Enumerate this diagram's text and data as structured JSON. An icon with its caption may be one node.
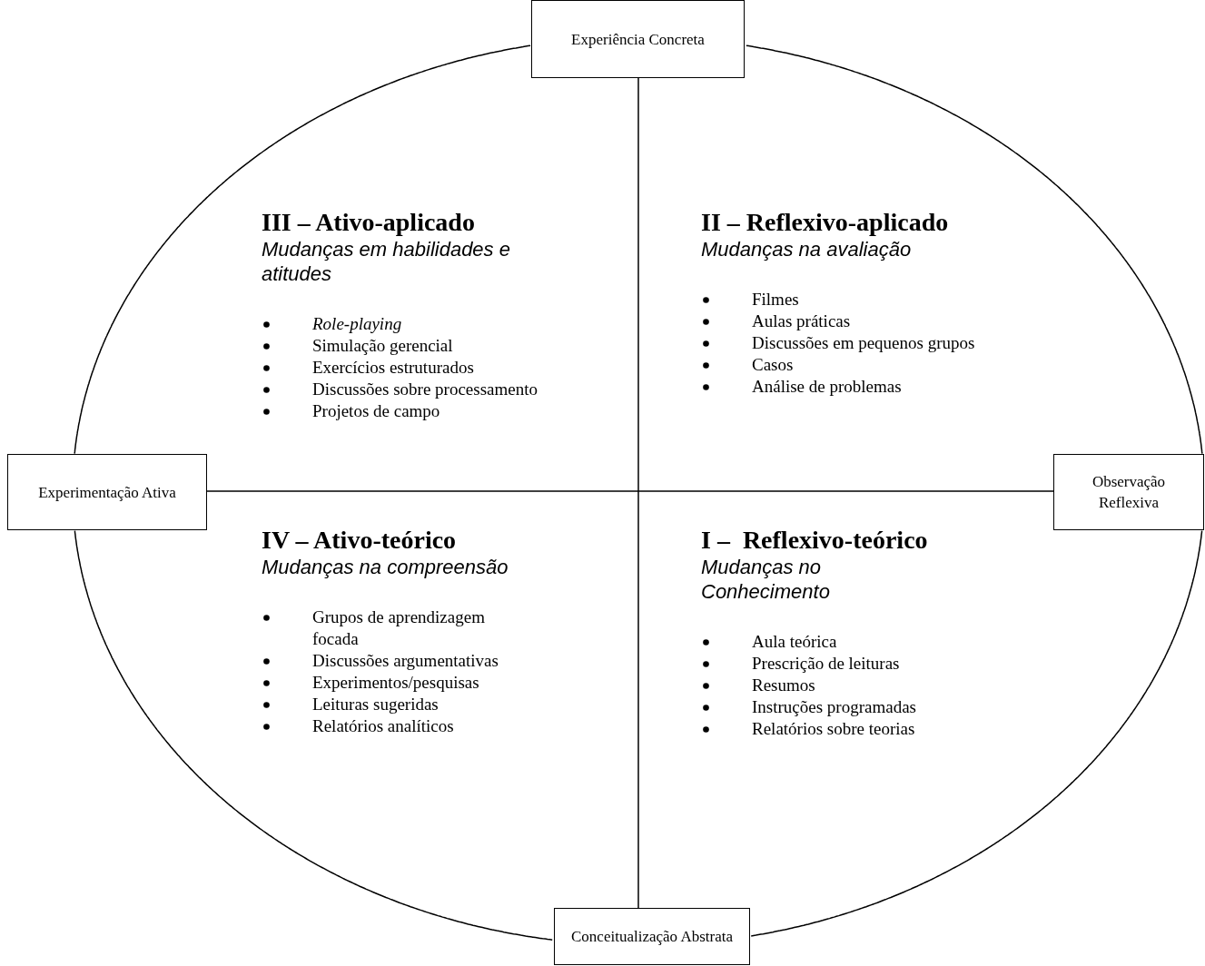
{
  "diagram": {
    "nodes": [
      {
        "text": [
          "Experiência Concreta"
        ]
      },
      {
        "text": [
          "Observação Reflexiva"
        ]
      },
      {
        "text": [
          "Conceitualização Abstrata"
        ]
      },
      {
        "text": [
          "Experimentação Ativa"
        ]
      }
    ],
    "edges": [
      {
        "from": 0,
        "to": 1,
        "arrow": "none"
      },
      {
        "from": 1,
        "to": 2,
        "arrow": "none"
      },
      {
        "from": 2,
        "to": 3,
        "arrow": "none"
      },
      {
        "from": 3,
        "to": 0,
        "arrow": "none"
      },
      {
        "from": 0,
        "to": 2,
        "arrow": "none"
      },
      {
        "from": 3,
        "to": 1,
        "arrow": "none"
      }
    ],
    "labels": [
      "III – Ativo-aplicado",
      "Mudanças em habilidades e atitudes",
      "Role-playing",
      "Simulação gerencial",
      "Exercícios estruturados",
      "Discussões sobre processamento",
      "Projetos de campo",
      "II – Reflexivo-aplicado",
      "Mudanças na avaliação",
      "Filmes",
      "Aulas práticas",
      "Discussões em pequenos grupos",
      "Casos",
      "Análise de problemas",
      "IV – Ativo-teórico",
      "Mudanças na compreensão",
      "Grupos de aprendizagem focada",
      "Discussões argumentativas",
      "Experimentos/pesquisas",
      "Leituras sugeridas",
      "Relatórios analíticos",
      "I –  Reflexivo-teórico",
      "Mudanças no Conhecimento",
      "Aula teórica",
      "Prescrição de leituras",
      "Resumos",
      "Instruções programadas",
      "Relatórios sobre teorias"
    ]
  }
}
